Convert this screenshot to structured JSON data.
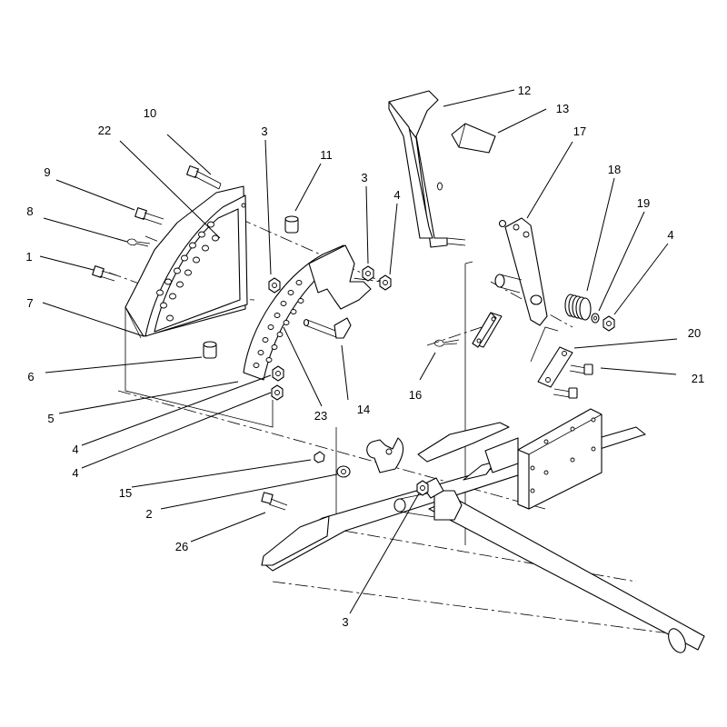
{
  "callouts": {
    "c12": "12",
    "c13": "13",
    "c10": "10",
    "c22": "22",
    "c3a": "3",
    "c11": "11",
    "c17": "17",
    "c9": "9",
    "c3b": "3",
    "c4a": "4",
    "c18": "18",
    "c19": "19",
    "c8": "8",
    "c4b": "4",
    "c1": "1",
    "c7": "7",
    "c20": "20",
    "c6": "6",
    "c21": "21",
    "c16": "16",
    "c5": "5",
    "c23": "23",
    "c14": "14",
    "c4c": "4",
    "c4d": "4",
    "c15": "15",
    "c2": "2",
    "c26": "26",
    "c3c": "3"
  }
}
